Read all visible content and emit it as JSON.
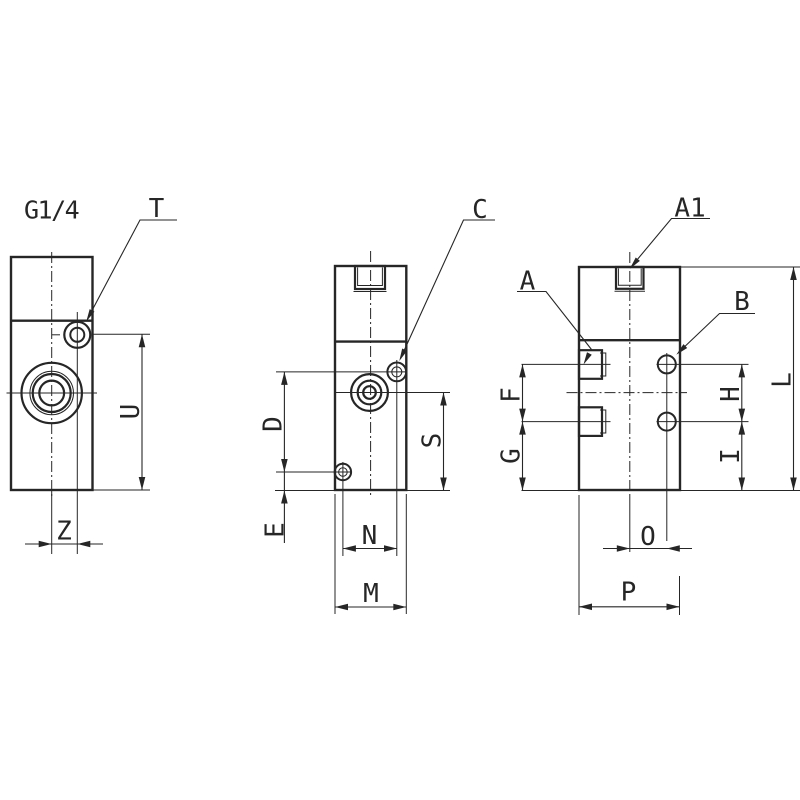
{
  "drawing": {
    "type": "technical-three-view-dimension-drawing",
    "background": "#ffffff",
    "line_color": "#262626",
    "labels": {
      "port_thread": "G1/4",
      "t": "T",
      "c": "C",
      "a1": "A1",
      "a": "A",
      "b": "B",
      "u": "U",
      "z": "Z",
      "d": "D",
      "e": "E",
      "s": "S",
      "n": "N",
      "m": "M",
      "f": "F",
      "g": "G",
      "h": "H",
      "i": "I",
      "l": "L",
      "o": "O",
      "p": "P"
    }
  }
}
